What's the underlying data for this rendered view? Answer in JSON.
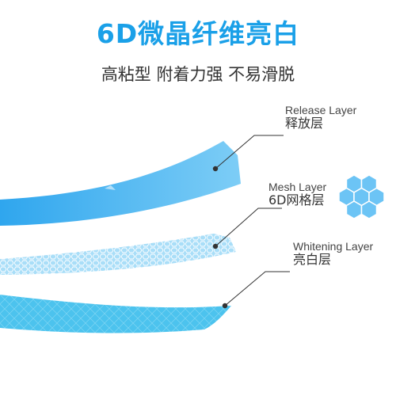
{
  "header": {
    "title": "6D微晶纤维亮白",
    "subtitle": "高粘型 附着力强 不易滑脱"
  },
  "layers": [
    {
      "name_en": "Release Layer",
      "name_cn": "释放层"
    },
    {
      "name_en": "Mesh Layer",
      "name_cn": "6D网格层"
    },
    {
      "name_en": "Whitening Layer",
      "name_cn": "亮白层"
    }
  ],
  "colors": {
    "accent": "#1aa0e8",
    "release": "#4ab8f0",
    "mesh": "#9fdaf7",
    "whitening": "#45c0ec",
    "hexagon": "#6cc4f5"
  },
  "icons": [
    "hexagon-cluster-icon"
  ]
}
